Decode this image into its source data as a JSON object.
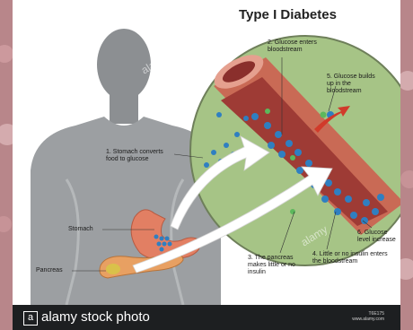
{
  "diagram": {
    "title": "Type I Diabetes",
    "labels": {
      "glucose_enters": "2. Glucose enters bloodstream",
      "glucose_builds": "5. Glucose builds up in the bloodstream",
      "stomach_converts": "1. Stomach converts food to glucose",
      "stomach": "Stomach",
      "pancreas": "Pancreas",
      "pancreas_makes": "3. The pancreas makes little or no insulin",
      "little_insulin": "4. Little or no insulin enters the bloodstream",
      "glucose_level": "6. Glucose level increase"
    },
    "colors": {
      "glucose": "#2f7fc1",
      "insulin": "#5cb85c",
      "vessel": "#c96a55",
      "zoom_bg": "#a6c486",
      "figure": "#8a8d90"
    }
  },
  "watermark": {
    "mark_text": "alamy",
    "brand_glyph": "a",
    "brand_text": "alamy stock photo",
    "image_id": "T6E175",
    "site": "www.alamy.com"
  }
}
